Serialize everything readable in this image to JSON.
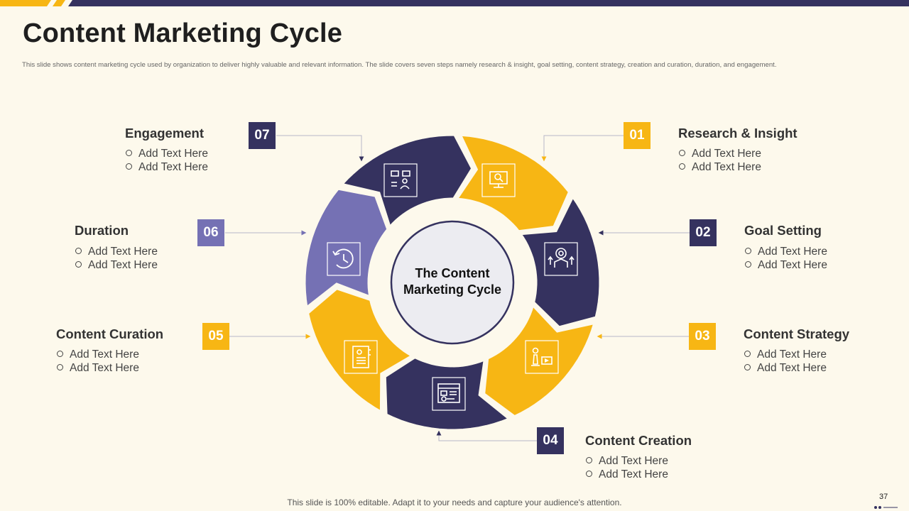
{
  "title": "Content Marketing Cycle",
  "subtitle": "This slide shows content marketing cycle used by organization to deliver highly valuable and relevant information. The slide covers seven steps namely research & insight, goal setting, content strategy, creation and curation, duration, and engagement.",
  "center_label": "The Content Marketing Cycle",
  "steps": [
    {
      "number": "01",
      "title": "Research & Insight",
      "bullets": [
        "Add Text Here",
        "Add Text Here"
      ],
      "icon": "research-monitor-icon"
    },
    {
      "number": "02",
      "title": "Goal Setting",
      "bullets": [
        "Add Text Here",
        "Add Text Here"
      ],
      "icon": "goal-target-icon"
    },
    {
      "number": "03",
      "title": "Content Strategy",
      "bullets": [
        "Add Text Here",
        "Add Text Here"
      ],
      "icon": "chess-strategy-icon"
    },
    {
      "number": "04",
      "title": "Content Creation",
      "bullets": [
        "Add Text Here",
        "Add Text Here"
      ],
      "icon": "web-creation-icon"
    },
    {
      "number": "05",
      "title": "Content Curation",
      "bullets": [
        "Add Text Here",
        "Add Text Here"
      ],
      "icon": "document-list-icon"
    },
    {
      "number": "06",
      "title": "Duration",
      "bullets": [
        "Add Text Here",
        "Add Text Here"
      ],
      "icon": "clock-icon"
    },
    {
      "number": "07",
      "title": "Engagement",
      "bullets": [
        "Add Text Here",
        "Add Text Here"
      ],
      "icon": "people-engagement-icon"
    }
  ],
  "footer": "This slide is 100% editable. Adapt it to your needs and capture your audience's attention.",
  "page_number": "37",
  "colors": {
    "navy": "#35325f",
    "yellow": "#f7b614",
    "purple": "#7571b4",
    "background": "#fdf9ec"
  }
}
